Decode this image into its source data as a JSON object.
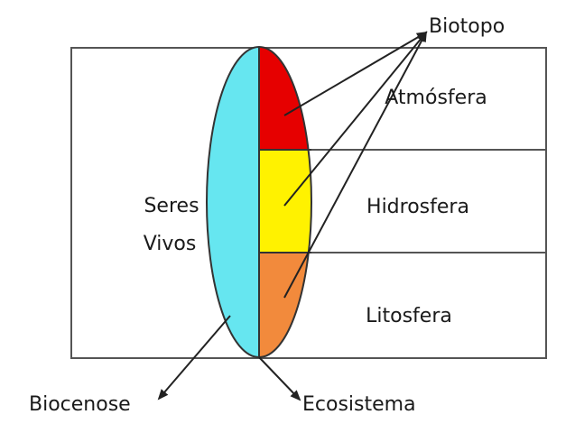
{
  "labels": {
    "biotopo": "Biotopo",
    "atmosfera": "Atmósfera",
    "hidrosfera": "Hidrosfera",
    "litosfera": "Litosfera",
    "seres": "Seres",
    "vivos": "Vivos",
    "biocenose": "Biocenose",
    "ecosistema": "Ecosistema"
  },
  "colors": {
    "seres_vivos": "#66E6F0",
    "atmosfera": "#E60000",
    "hidrosfera": "#FFF200",
    "litosfera": "#F28A3C",
    "lines": "#222222"
  }
}
